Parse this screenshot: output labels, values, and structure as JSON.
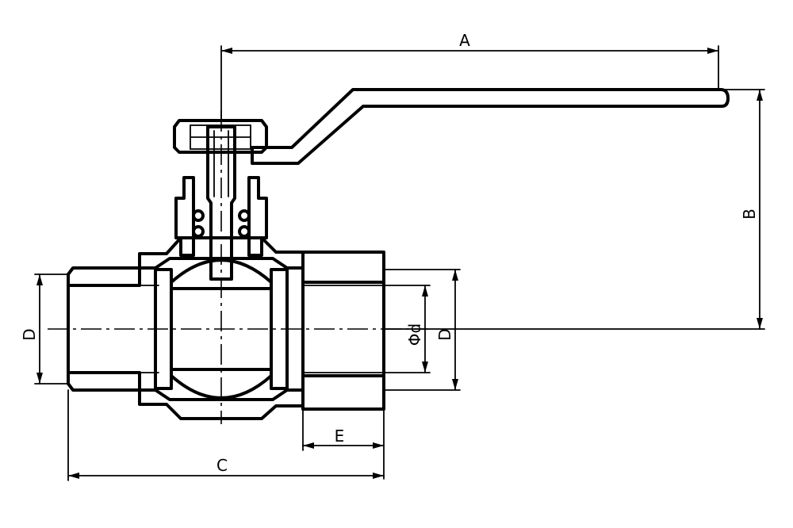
{
  "dimensions": {
    "A": "A",
    "B": "B",
    "C": "C",
    "D_left": "D",
    "D_right": "D",
    "d": "Φd",
    "E": "E"
  }
}
